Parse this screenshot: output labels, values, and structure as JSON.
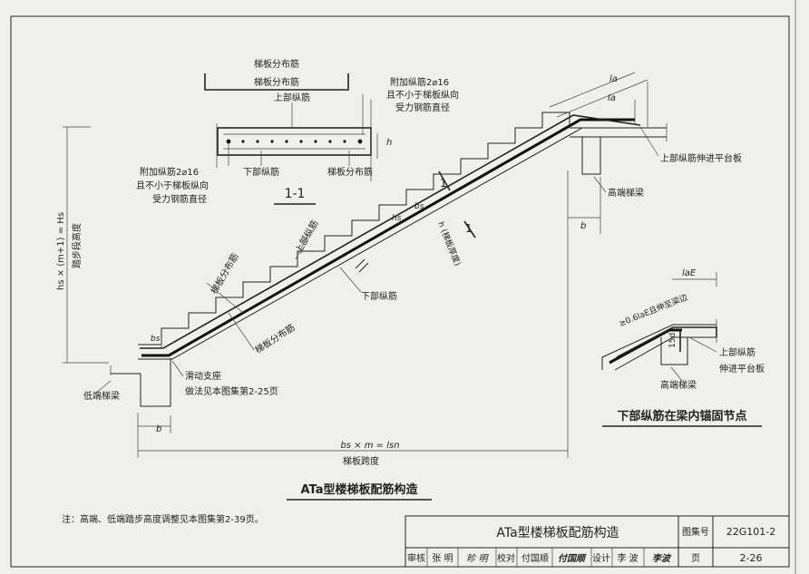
{
  "section": {
    "dist_bar_top": "梯板分布筋",
    "dist_bar_inner": "梯板分布筋",
    "top_long_bar": "上部纵筋",
    "add_bar_right_1": "附加纵筋2⌀16",
    "add_bar_right_2": "且不小于梯板纵向",
    "add_bar_right_3": "受力钢筋直径",
    "add_bar_left_1": "附加纵筋2⌀16",
    "add_bar_left_2": "且不小于梯板纵向",
    "add_bar_left_3": "受力钢筋直径",
    "bottom_long_bar": "下部纵筋",
    "dist_bar_bottom": "梯板分布筋",
    "h_label": "h",
    "title": "1-1"
  },
  "stair": {
    "la1": "la",
    "la2": "la",
    "top_bar_extend": "上部纵筋伸进平台板",
    "high_beam": "高端梯梁",
    "b_right": "b",
    "cut_mark_1": "1",
    "cut_mark_2": "1",
    "bs": "bs",
    "hs": "hs",
    "thickness": "h (梯板厚度)",
    "top_long_bar": "上部纵筋",
    "dist_bar_1": "梯板分布筋",
    "bottom_long_bar": "下部纵筋",
    "dist_bar_2": "梯板分布筋",
    "bs_low": "bs",
    "height_1": "hs × (m+1) = Hs",
    "height_2": "踏步段高度",
    "low_beam": "低端梯梁",
    "slide_1": "滑动支座",
    "slide_2": "做法见本图集第2-25页",
    "b_left": "b",
    "span_formula": "bs × m = lsn",
    "span_label": "梯板跨度",
    "title": "ATa型楼梯板配筋构造"
  },
  "detail": {
    "lae": "laE",
    "extend_text": "≥0.6laE且伸至梁边",
    "d15": "15d",
    "top_bar_1": "上部纵筋",
    "top_bar_2": "伸进平台板",
    "high_beam": "高端梯梁",
    "title": "下部纵筋在梁内锚固节点"
  },
  "note": "注：高端、低端踏步高度调整见本图集第2-39页。",
  "titleblock": {
    "title": "ATa型楼梯板配筋构造",
    "atlas_label": "图集号",
    "atlas_no": "22G101-2",
    "review": "审核",
    "reviewer": "张 明",
    "reviewer_sign": "昣 明",
    "check": "校对",
    "checker": "付国顺",
    "checker_sign": "付国顺",
    "design": "设计",
    "designer": "李 波",
    "designer_sign": "李波",
    "page_label": "页",
    "page_no": "2-26"
  }
}
